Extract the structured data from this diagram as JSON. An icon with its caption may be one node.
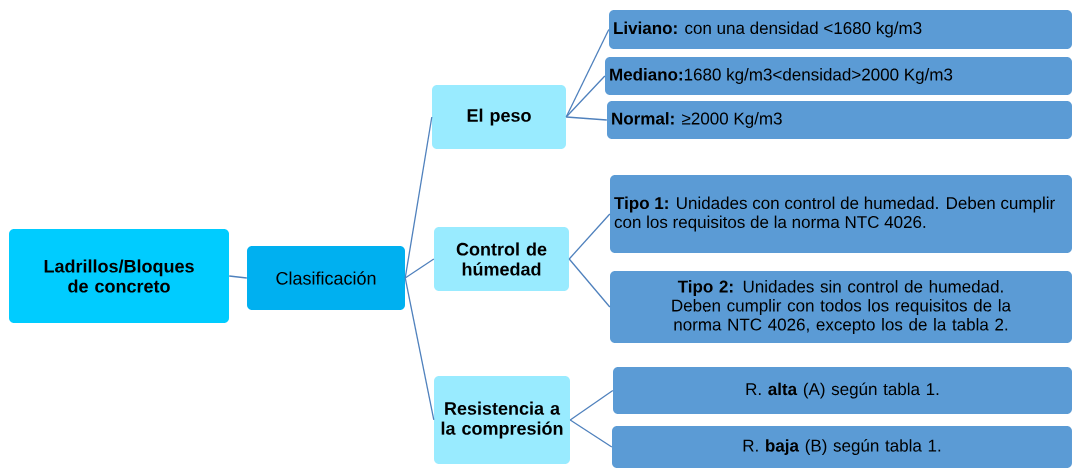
{
  "diagram": {
    "nodes": [
      {
        "text": [
          "Ladrillos/Bloques de concreto"
        ]
      },
      {
        "text": [
          "Clasificación"
        ]
      },
      {
        "text": [
          "El peso"
        ]
      },
      {
        "text": [
          "Control de húmedad"
        ]
      },
      {
        "text": [
          "Resistencia a la compresión"
        ]
      },
      {
        "text": [
          "**Liviano:** con una densidad <1680 kg/m3"
        ]
      },
      {
        "text": [
          "**Mediano:**1680 kg/m3<densidad>2000 Kg/m3"
        ]
      },
      {
        "text": [
          "**Normal:** ≥2000 Kg/m3"
        ]
      },
      {
        "text": [
          "**Tipo 1:** Unidades con control de humedad. Deben cumplir con los requisitos de la norma NTC 4026."
        ]
      },
      {
        "text": [
          "**Tipo 2:** Unidades sin control de humedad. Deben cumplir con todos los requisitos de la norma NTC 4026, excepto los de la tabla 2."
        ]
      },
      {
        "text": [
          "R. **alta** (A) según tabla 1."
        ]
      },
      {
        "text": [
          "R. **baja** (B) según tabla 1."
        ]
      }
    ],
    "edges": [
      {
        "from": 0,
        "to": 1,
        "arrow": "none"
      },
      {
        "from": 1,
        "to": 2,
        "arrow": "none"
      },
      {
        "from": 1,
        "to": 3,
        "arrow": "none"
      },
      {
        "from": 1,
        "to": 4,
        "arrow": "none"
      },
      {
        "from": 2,
        "to": 5,
        "arrow": "none"
      },
      {
        "from": 2,
        "to": 6,
        "arrow": "none"
      },
      {
        "from": 2,
        "to": 7,
        "arrow": "none"
      },
      {
        "from": 3,
        "to": 8,
        "arrow": "none"
      },
      {
        "from": 3,
        "to": 9,
        "arrow": "none"
      },
      {
        "from": 4,
        "to": 10,
        "arrow": "none"
      },
      {
        "from": 4,
        "to": 11,
        "arrow": "none"
      }
    ]
  }
}
